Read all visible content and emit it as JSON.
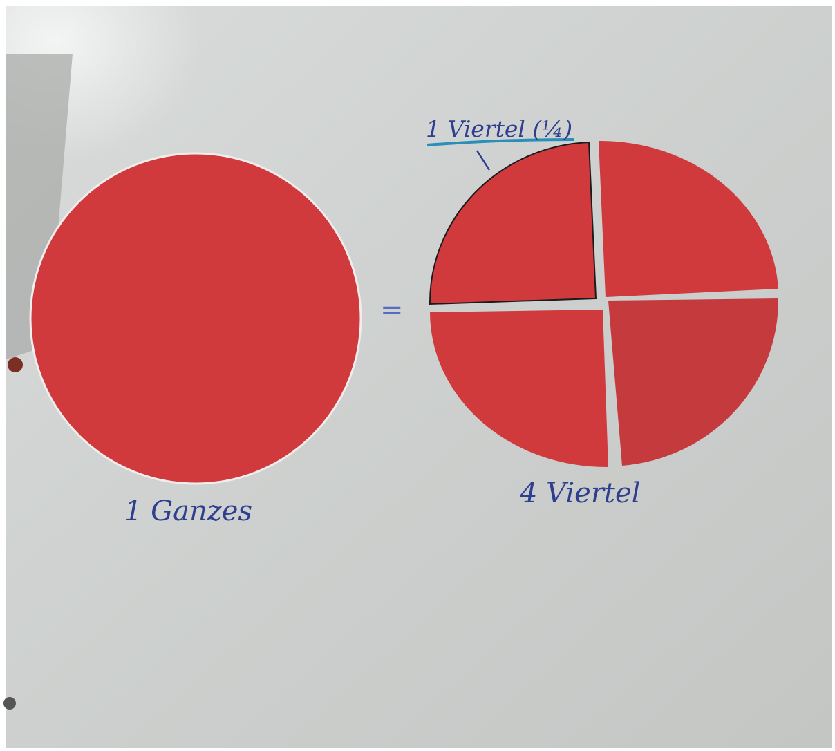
{
  "labels": {
    "whole": "1 Ganzes",
    "quarter_single": "1 Viertel (¼)",
    "quarters_total": "4 Viertel",
    "equals": "="
  },
  "fractions": {
    "whole_circle_parts": 1,
    "divided_circle_parts": 4
  },
  "colors": {
    "board": "#c9cbc8",
    "disk": "#d13a3c",
    "disk_dark": "#b7383b",
    "ink": "#2e3f8f",
    "underline": "#2a8fb8",
    "frame": "#ffffff"
  }
}
